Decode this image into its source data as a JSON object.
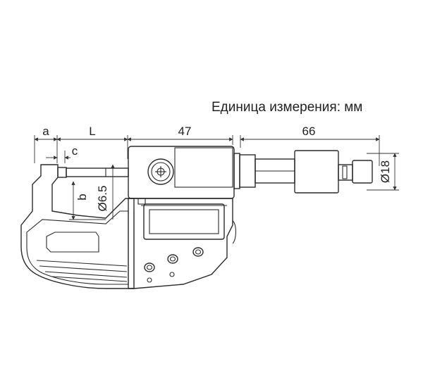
{
  "caption": "Единица измерения: мм",
  "dimensions": {
    "a": "a",
    "c": "c",
    "L": "L",
    "b": "b",
    "spindle_diameter": "Ø6.5",
    "body_length": "47",
    "thimble_length": "66",
    "thimble_diameter": "Ø18"
  },
  "colors": {
    "body_fill": "#dcdcdc",
    "body_dark": "#9a9a9a",
    "line": "#2a2a2a",
    "background": "#ffffff"
  },
  "icons": {
    "display": "lcd-display-icon",
    "dial": "ratchet-dial-icon",
    "knurl": "knurled-grip-icon"
  }
}
